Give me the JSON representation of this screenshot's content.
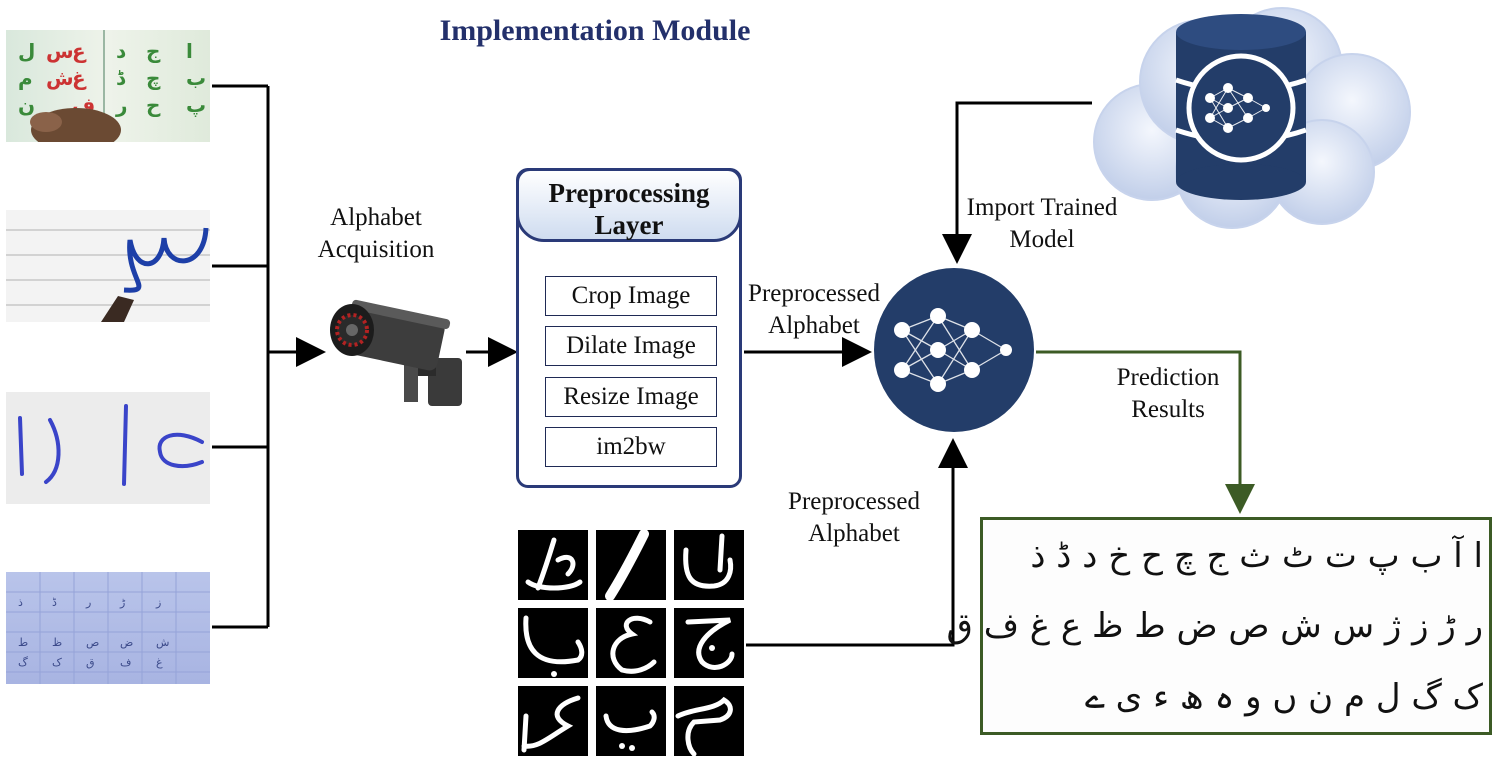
{
  "title": "Implementation Module",
  "labels": {
    "acquisition": "Alphabet Acquisition",
    "preprocessed_top": "Preprocessed Alphabet",
    "preprocessed_bottom": "Preprocessed Alphabet",
    "import_model": "Import Trained Model",
    "prediction": "Prediction Results"
  },
  "preprocessing": {
    "title": "Preprocessing Layer",
    "steps": [
      "Crop Image",
      "Dilate Image",
      "Resize Image",
      "im2bw"
    ]
  },
  "prediction_alphabet": {
    "rows": [
      "ا آ ب پ ت ٹ ث ج چ ح خ د ڈ ذ",
      "ر ڑ ز ژ س ش ص ض ط ظ ع غ ف ق",
      "ک گ ل م ن ں و ہ ھ ء ی ے"
    ]
  },
  "icons": {
    "camera": "cctv-camera-icon",
    "database": "database-cloud-icon",
    "network": "neural-network-icon"
  },
  "colors": {
    "title": "#23306b",
    "network_bg": "#233d69",
    "result_border": "#3c5b25",
    "box_border": "#2a3a78"
  }
}
